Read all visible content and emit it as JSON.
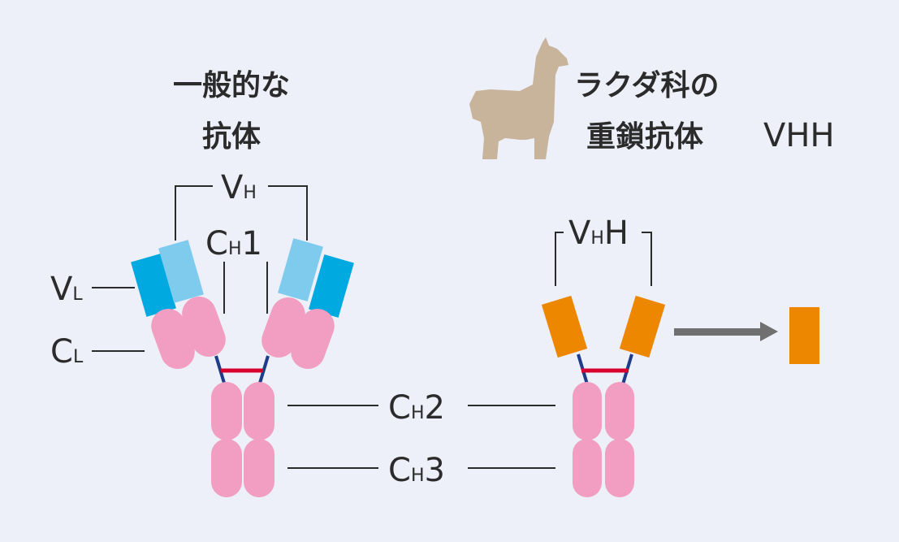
{
  "titles": {
    "conventional_line1": "一般的な",
    "conventional_line2": "抗体",
    "camelid_line1": "ラクダ科の",
    "camelid_line2": "重鎖抗体",
    "vhh": "VHH"
  },
  "labels": {
    "vh_main": "V",
    "vh_sub": "H",
    "ch1_main": "C",
    "ch1_sub": "H",
    "ch1_num": "1",
    "vl_main": "V",
    "vl_sub": "L",
    "cl_main": "C",
    "cl_sub": "L",
    "ch2_main": "C",
    "ch2_sub": "H",
    "ch2_num": "2",
    "ch3_main": "C",
    "ch3_sub": "H",
    "ch3_num": "3",
    "vhh_v": "V",
    "vhh_sub": "H",
    "vhh_h": "H"
  },
  "colors": {
    "background": "#EDEFF9",
    "variable_light": "#00A9E0",
    "variable_heavy": "#7FCBEE",
    "constant": "#F19EC2",
    "vhh_domain": "#EE8700",
    "disulfide": "#D7002B",
    "hinge": "#1F3C88",
    "arrow": "#707070",
    "alpaca": "#C8B49A"
  },
  "icons": {
    "alpaca": "alpaca-silhouette-icon",
    "arrow": "right-arrow-icon"
  }
}
